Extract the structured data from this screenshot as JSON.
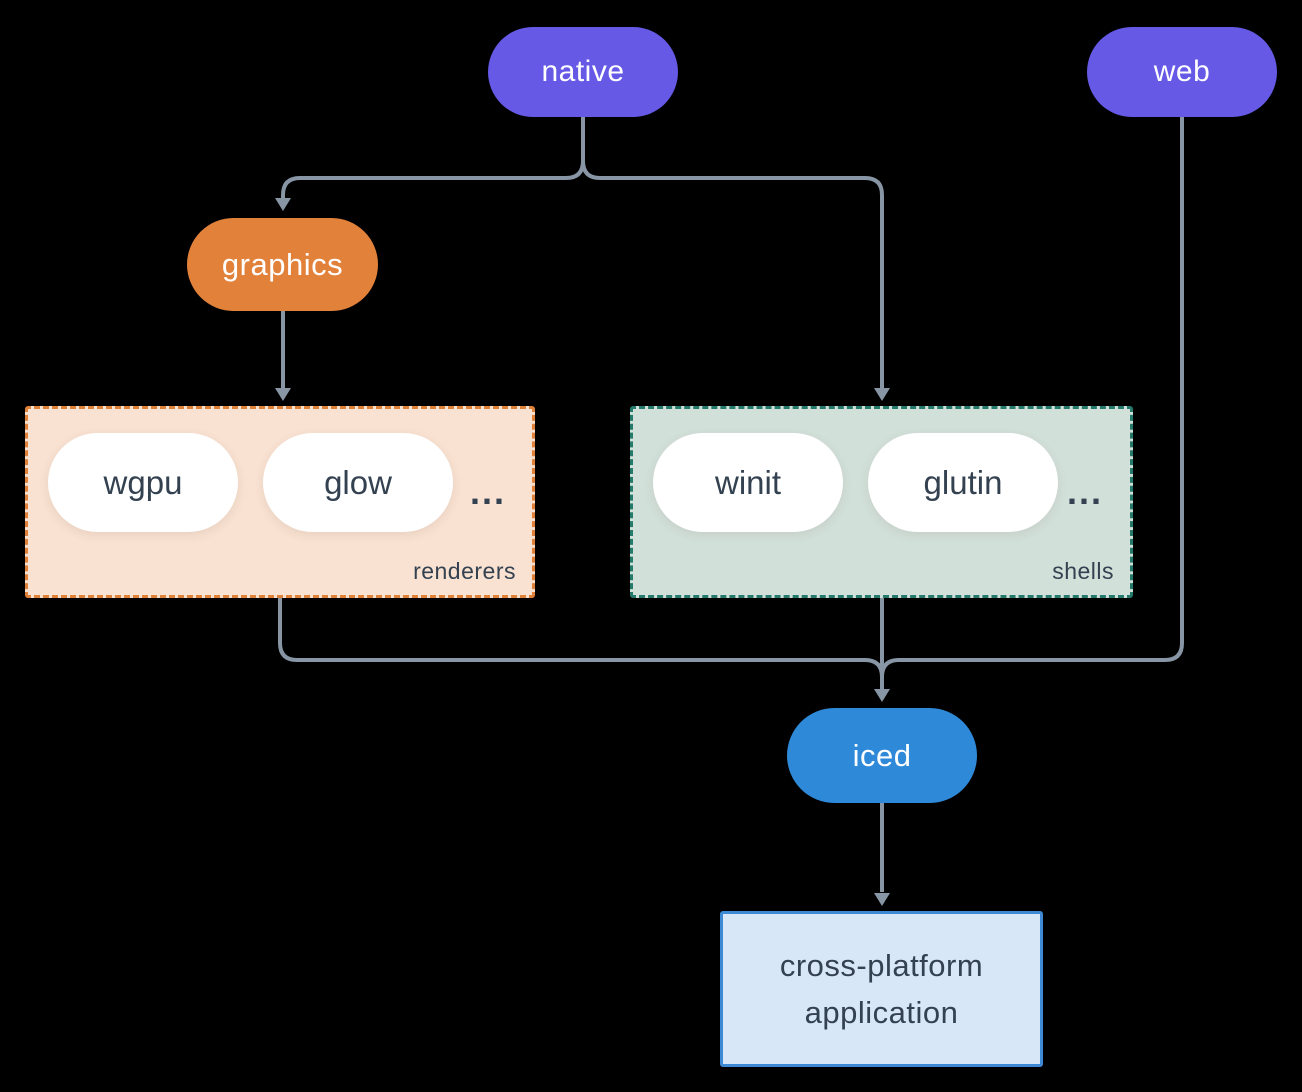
{
  "diagram": {
    "nodes": {
      "native": "native",
      "web": "web",
      "graphics": "graphics",
      "iced": "iced",
      "application": {
        "line1": "cross-platform",
        "line2": "application"
      }
    },
    "groups": {
      "renderers": {
        "label": "renderers",
        "items": [
          "wgpu",
          "glow"
        ],
        "more": "..."
      },
      "shells": {
        "label": "shells",
        "items": [
          "winit",
          "glutin"
        ],
        "more": "..."
      }
    },
    "edges": [
      {
        "from": "native",
        "to": "graphics"
      },
      {
        "from": "native",
        "to": "shells"
      },
      {
        "from": "graphics",
        "to": "renderers"
      },
      {
        "from": "renderers",
        "to": "iced"
      },
      {
        "from": "shells",
        "to": "iced"
      },
      {
        "from": "web",
        "to": "iced"
      },
      {
        "from": "iced",
        "to": "application"
      }
    ],
    "palette": {
      "background": "#000000",
      "node_purple": "#6559e6",
      "node_orange": "#e2813a",
      "node_blue": "#2e8ad9",
      "renderers_bg": "#f9e2d2",
      "renderers_border": "#e0813a",
      "shells_bg": "#d2e0da",
      "shells_border": "#257a6b",
      "application_bg": "#d7e7f8",
      "application_border": "#3e89d6",
      "text_dark": "#334150",
      "text_light": "#ffffff",
      "line": "#8795a5"
    }
  }
}
